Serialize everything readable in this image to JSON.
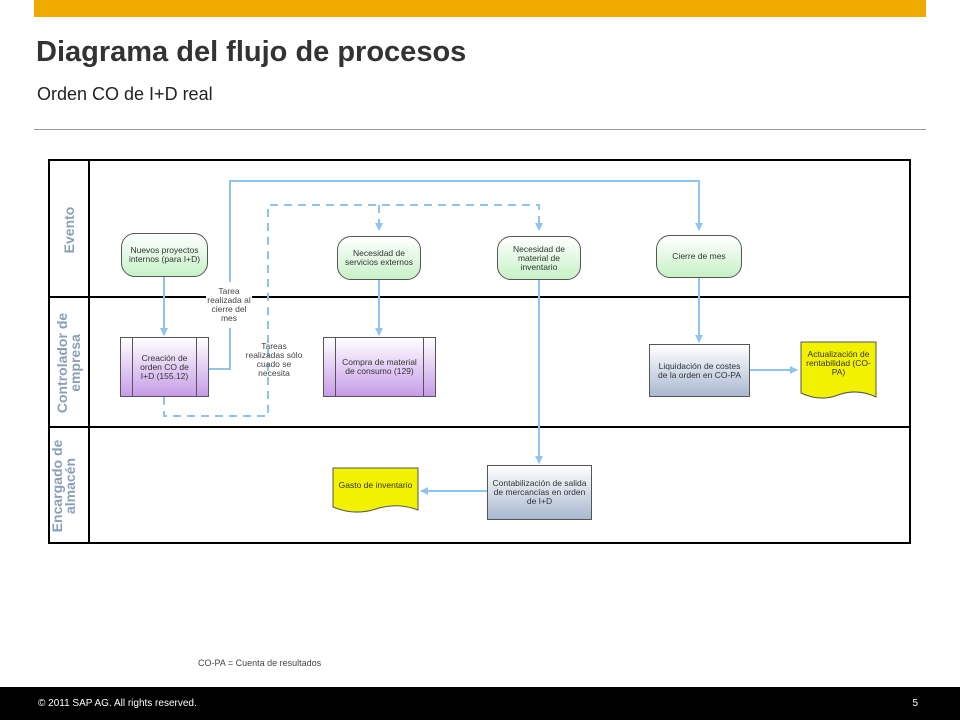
{
  "header": {
    "title": "Diagrama del flujo de procesos",
    "subtitle": "Orden CO de I+D real"
  },
  "lanes": [
    "Evento",
    "Controlador de empresa",
    "Encargado de almacén"
  ],
  "nodes": {
    "nuevos_proyectos": "Nuevos proyectos internos (para I+D)",
    "necesidad_servicios": "Necesidad de servicios externos",
    "necesidad_material": "Necesidad de material de inventario",
    "cierre_mes": "Cierre de mes",
    "creacion_orden": "Creación de orden CO de I+D (155.12)",
    "compra_material": "Compra de material de consumo (129)",
    "liquidacion_costes": "Liquidación de costes de la orden en CO-PA",
    "actualizacion_rentabilidad": "Actualización de rentabilidad (CO-PA)",
    "gasto_inventario": "Gasto de inventario",
    "contabilizacion_salida": "Contabilización de salida de mercancías en orden de I+D"
  },
  "notes": {
    "tarea_cierre": "Tarea realizada al cierre del mes",
    "tareas_necesita": "Tareas realizadas sólo cuado se necesita"
  },
  "footnote": "CO-PA = Cuenta de resultados",
  "footer": {
    "copyright": "© 2011 SAP AG. All rights reserved.",
    "page": "5"
  },
  "colors": {
    "accent_bar": "#f0ab00",
    "event": "#c6f2c6",
    "task": "#a9b9d0",
    "subprocess": "#c79ce8",
    "document": "#f2f200",
    "flow_line": "#8ec4f0"
  }
}
